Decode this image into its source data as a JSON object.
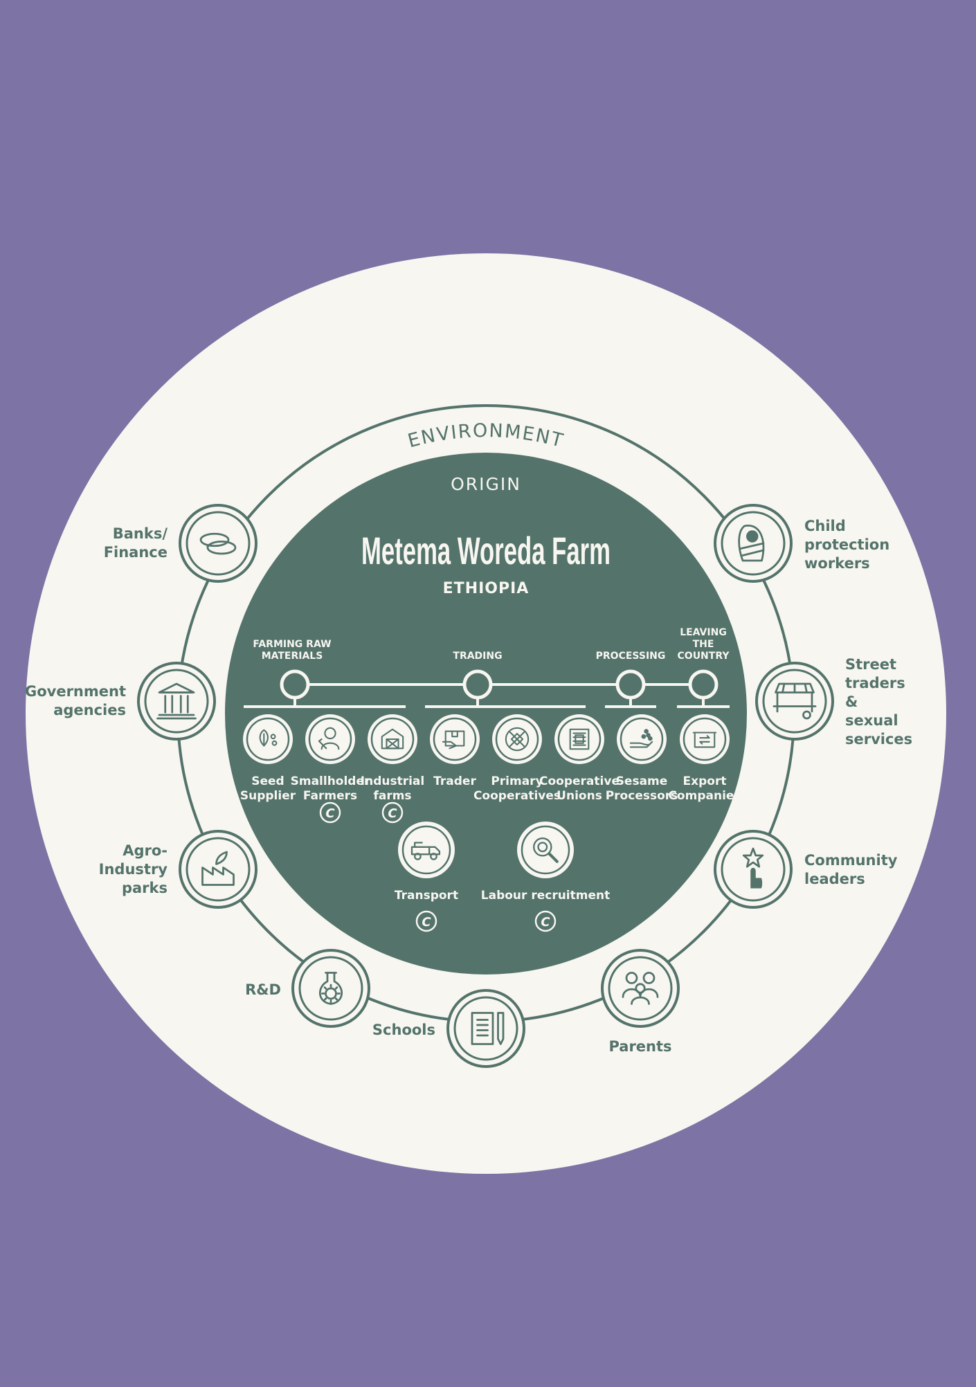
{
  "colors": {
    "page_background": "#7d73a4",
    "outer_disc": "#f8f6f1",
    "origin_disc": "#53736b",
    "line": "#53736b",
    "text_dark": "#53736b",
    "text_light": "#f8f6f1"
  },
  "environment_label": "ENVIRONMENT",
  "origin": {
    "label": "ORIGIN",
    "title": "Metema Woreda Farm",
    "country": "ETHIOPIA"
  },
  "stages": [
    {
      "id": "farming",
      "lines": [
        "FARMING RAW",
        "MATERIALS"
      ]
    },
    {
      "id": "trading",
      "lines": [
        "TRADING"
      ]
    },
    {
      "id": "processing",
      "lines": [
        "PROCESSING"
      ]
    },
    {
      "id": "leaving",
      "lines": [
        "LEAVING",
        "THE",
        "COUNTRY"
      ]
    }
  ],
  "actors": [
    {
      "id": "seed-supplier",
      "icon": "seed-icon",
      "lines": [
        "Seed",
        "Supplier"
      ],
      "flag": false
    },
    {
      "id": "smallholder-farmers",
      "icon": "farmer-icon",
      "lines": [
        "Smallholder",
        "Farmers"
      ],
      "flag": true
    },
    {
      "id": "industrial-farms",
      "icon": "barn-icon",
      "lines": [
        "Industrial",
        "farms"
      ],
      "flag": true
    },
    {
      "id": "trader",
      "icon": "trader-icon",
      "lines": [
        "Trader"
      ],
      "flag": false
    },
    {
      "id": "primary-cooperatives",
      "icon": "cooperative-icon",
      "lines": [
        "Primary",
        "Cooperatives"
      ],
      "flag": false
    },
    {
      "id": "cooperative-unions",
      "icon": "union-icon",
      "lines": [
        "Cooperative",
        "Unions"
      ],
      "flag": false
    },
    {
      "id": "sesame-processors",
      "icon": "sesame-icon",
      "lines": [
        "Sesame",
        "Processors"
      ],
      "flag": false
    },
    {
      "id": "export-companies",
      "icon": "export-icon",
      "lines": [
        "Export",
        "Companies"
      ],
      "flag": false
    }
  ],
  "services": [
    {
      "id": "transport",
      "icon": "truck-icon",
      "label": "Transport",
      "flag": true
    },
    {
      "id": "labour-recruitment",
      "icon": "magnifier-icon",
      "label": "Labour recruitment",
      "flag": true
    }
  ],
  "flag_glyph": "C",
  "environment_nodes": [
    {
      "id": "banks-finance",
      "icon": "coins-icon",
      "lines": [
        "Banks/",
        "Finance"
      ]
    },
    {
      "id": "government-agencies",
      "icon": "government-building-icon",
      "lines": [
        "Government",
        "agencies"
      ]
    },
    {
      "id": "agro-industry-parks",
      "icon": "factory-icon",
      "lines": [
        "Agro-",
        "Industry",
        "parks"
      ]
    },
    {
      "id": "r-and-d",
      "icon": "flask-icon",
      "lines": [
        "R&D"
      ]
    },
    {
      "id": "schools",
      "icon": "notebook-icon",
      "lines": [
        "Schools"
      ]
    },
    {
      "id": "parents",
      "icon": "family-icon",
      "lines": [
        "Parents"
      ]
    },
    {
      "id": "community-leaders",
      "icon": "hand-star-icon",
      "lines": [
        "Community",
        "leaders"
      ]
    },
    {
      "id": "street-traders",
      "icon": "market-stall-icon",
      "lines": [
        "Street",
        "traders",
        "&",
        "sexual",
        "services"
      ]
    },
    {
      "id": "child-protection-workers",
      "icon": "baby-icon",
      "lines": [
        "Child",
        "protection",
        "workers"
      ]
    }
  ]
}
